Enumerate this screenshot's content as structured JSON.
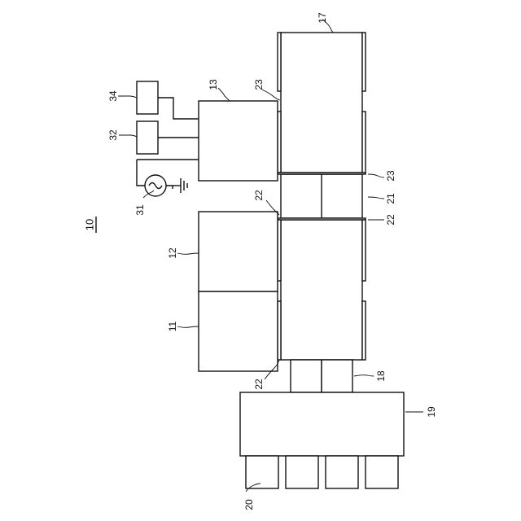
{
  "figure": {
    "reference_numeral": "10",
    "labels": {
      "l11": "11",
      "l12": "12",
      "l13": "13",
      "l17": "17",
      "l18": "18",
      "l19": "19",
      "l20": "20",
      "l21": "21",
      "l22a": "22",
      "l22b": "22",
      "l22c": "22",
      "l23a": "23",
      "l23b": "23",
      "l31": "31",
      "l32": "32",
      "l34": "34"
    }
  }
}
